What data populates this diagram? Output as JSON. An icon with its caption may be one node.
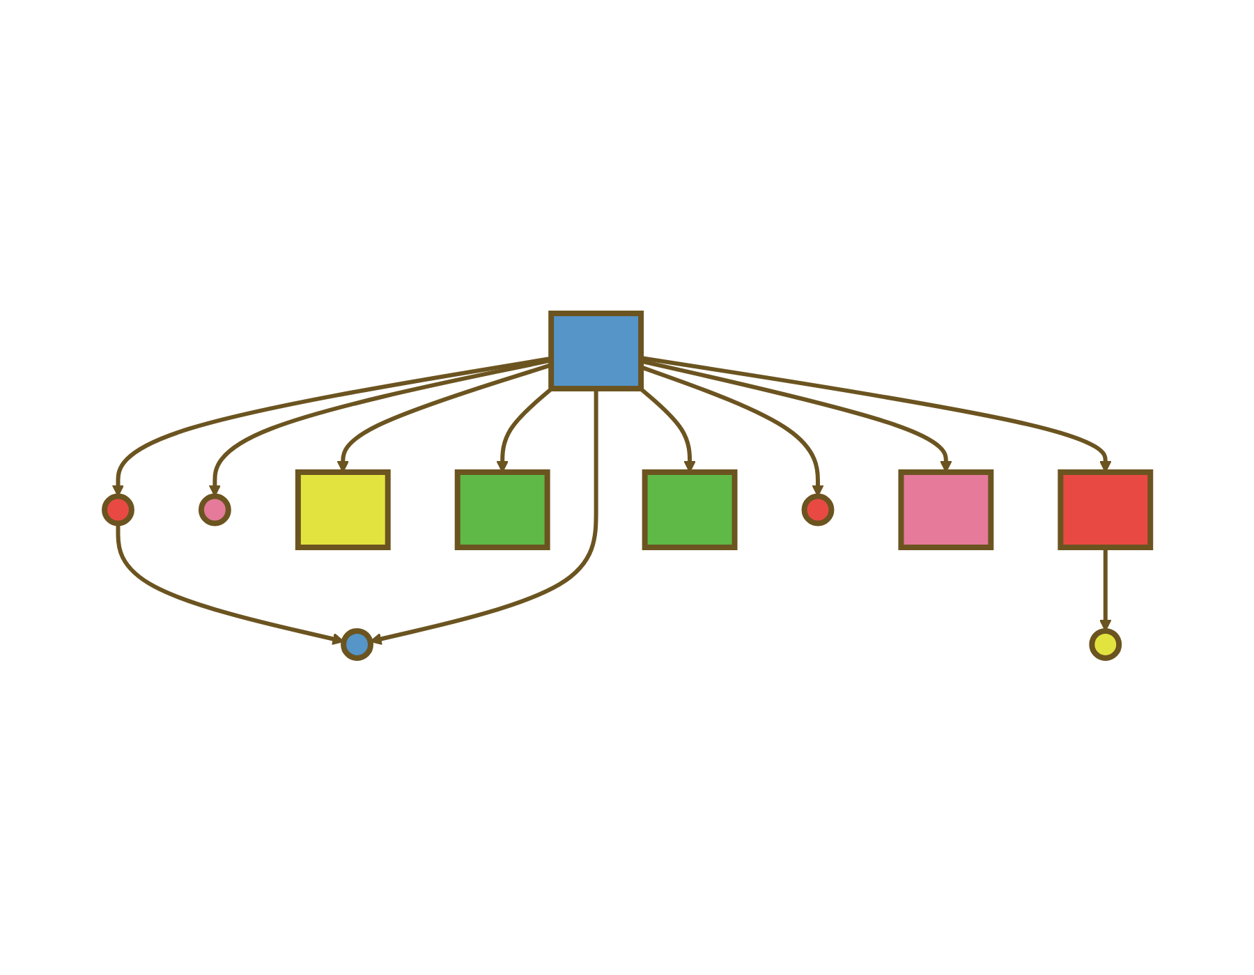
{
  "diagram": {
    "nodes": [
      {
        "text": [],
        "shape": "circle"
      },
      {
        "text": [],
        "shape": "circle"
      },
      {
        "text": [],
        "shape": "box"
      },
      {
        "text": [],
        "shape": "circle"
      },
      {
        "text": [],
        "shape": "box"
      },
      {
        "text": [],
        "shape": "box"
      },
      {
        "text": [],
        "shape": "box"
      },
      {
        "text": [],
        "shape": "box"
      },
      {
        "text": [],
        "shape": "circle"
      },
      {
        "text": [],
        "shape": "circle"
      },
      {
        "text": [],
        "shape": "box"
      }
    ],
    "edges": [
      {
        "from": 0,
        "to": 3,
        "arrow": "to"
      },
      {
        "from": 4,
        "to": 0,
        "arrow": "to"
      },
      {
        "from": 4,
        "to": 1,
        "arrow": "to"
      },
      {
        "from": 4,
        "to": 2,
        "arrow": "to"
      },
      {
        "from": 4,
        "to": 3,
        "arrow": "to"
      },
      {
        "from": 4,
        "to": 5,
        "arrow": "to"
      },
      {
        "from": 4,
        "to": 6,
        "arrow": "to"
      },
      {
        "from": 4,
        "to": 7,
        "arrow": "to"
      },
      {
        "from": 4,
        "to": 10,
        "arrow": "to"
      },
      {
        "from": 4,
        "to": 8,
        "arrow": "to"
      },
      {
        "from": 6,
        "to": 9,
        "arrow": "to"
      }
    ]
  }
}
